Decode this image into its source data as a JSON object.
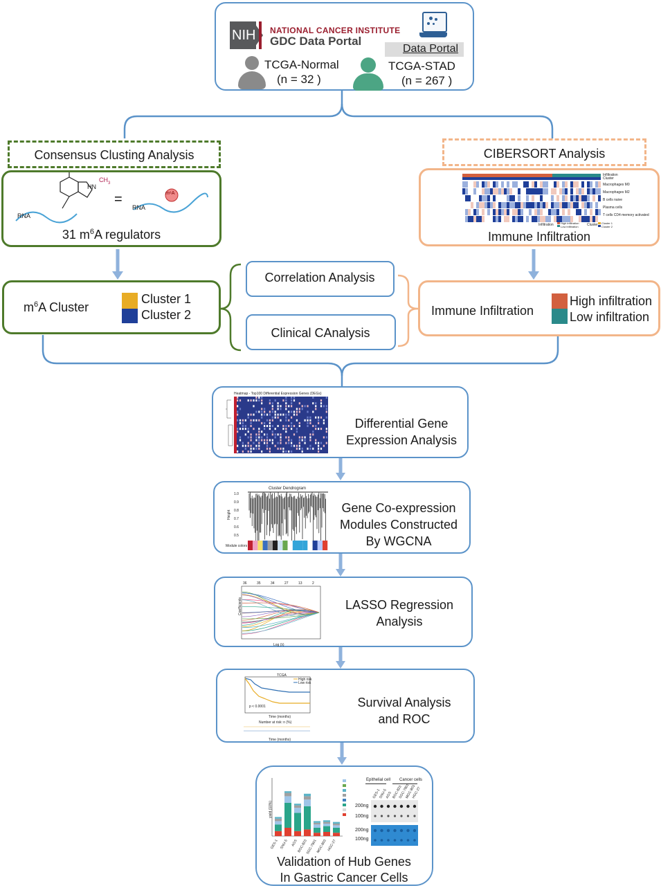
{
  "top": {
    "nih_badge": "NIH",
    "nci_name": "NATIONAL CANCER INSTITUTE",
    "gdc_name": "GDC Data Portal",
    "data_portal": "Data Portal",
    "normal_label": "TCGA-Normal",
    "normal_n": "(n = 32 )",
    "stad_label": "TCGA-STAD",
    "stad_n": "(n = 267 )"
  },
  "left_branch": {
    "dashed_title": "Consensus Clusting Analysis",
    "rna_left": "RNA",
    "rna_right": "RNA",
    "ch3": "CH",
    "ch3_sub": "3",
    "hn": "HN",
    "m6a_badge": "m⁶A",
    "equals": "=",
    "caption_pre": "31 m",
    "caption_sup": "6",
    "caption_post": "A regulators",
    "cluster_title_pre": "m",
    "cluster_title_sup": "6",
    "cluster_title_post": "A Cluster",
    "cluster1": "Cluster 1",
    "cluster2": "Cluster 2"
  },
  "middle_branch": {
    "correlation": "Correlation Analysis",
    "clinical": "Clinical CAnalysis"
  },
  "right_branch": {
    "dashed_title": "CIBERSORT Analysis",
    "caption": "Immune Infiltration",
    "heat_rows": [
      "Infiltration",
      "Cluster",
      "Macrophages M0",
      "Macrophages M2",
      "B cells naive",
      "Plasma cells",
      "T cells CD4 memory activated"
    ],
    "heat_legend": [
      "Infiltration",
      "High infiltration",
      "Low infiltration",
      "Cluster",
      "Cluster 1",
      "Cluster 2"
    ],
    "infil_title": "Immune Infiltration",
    "high": "High infiltration",
    "low": "Low infiltration"
  },
  "steps": {
    "deg_title_line1": "Differential Gene",
    "deg_title_line2": "Expression Analysis",
    "deg_heatmap_title": "Heatmap - Top100 Differential Expression Genes (DEGs)",
    "wgcna_line1": "Gene Co-expression",
    "wgcna_line2": "Modules Constructed",
    "wgcna_line3": "By WGCNA",
    "dendro_title": "Cluster Dendrogram",
    "dendro_ylabel": "Height",
    "dendro_ticks": [
      "1.0",
      "0.9",
      "0.8",
      "0.7",
      "0.6",
      "0.5"
    ],
    "dendro_module": "Module colors",
    "lasso_line1": "LASSO Regression",
    "lasso_line2": "Analysis",
    "lasso_top_ticks": [
      "36",
      "35",
      "34",
      "27",
      "13",
      "2"
    ],
    "lasso_xlabel": "Log (λ)",
    "lasso_ylabel": "Coefficients",
    "survival_line1": "Survival Analysis",
    "survival_line2": "and ROC",
    "surv_title": "TCGA",
    "surv_high": "High risk",
    "surv_low": "Low risk",
    "surv_p": "p < 0.0001",
    "surv_xlabel": "Time (months)",
    "surv_risk_title": "Number at risk: n (%)",
    "validation_line1": "Validation of Hub Genes",
    "validation_line2": "In Gastric Cancer Cells",
    "val_ylabel": "yield (10%)",
    "val_cells": [
      "GES-1",
      "SNU-5",
      "AGS",
      "BGC-823",
      "SGC-7901",
      "MGC-803",
      "HGC-27"
    ],
    "val_epithelial": "Epithelial cell",
    "val_cancer": "Cancer cells",
    "val_200": "200ng",
    "val_100": "100ng"
  },
  "colors": {
    "blue_border": "#5b93c9",
    "green_border": "#4e7a2b",
    "orange_border": "#f2b589",
    "cluster1": "#e8ac25",
    "cluster2": "#1f3f99",
    "high": "#d2603f",
    "low": "#2a8a8a",
    "person_grey": "#8a8a8a",
    "person_green": "#4ca584"
  }
}
